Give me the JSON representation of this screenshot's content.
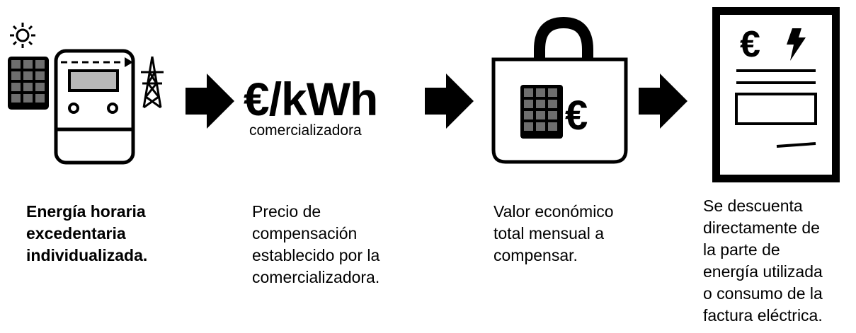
{
  "colors": {
    "ink": "#000000",
    "paper": "#ffffff",
    "screen": "#b8b8b8",
    "panel_cell": "#6e6e6e"
  },
  "price": {
    "unit": "€/kWh",
    "provider": "comercializadora"
  },
  "bag": {
    "currency": "€"
  },
  "invoice": {
    "currency": "€"
  },
  "captions": [
    {
      "text": "Energía horaria\nexcedentaria\nindividualizada."
    },
    {
      "text": "Precio de\ncompensación\nestablecido por la\ncomercializadora."
    },
    {
      "text": "Valor económico\ntotal mensual a\ncompensar."
    },
    {
      "text": "Se descuenta\ndirectamente de\nla parte de\nenergía utilizada\no consumo de la\nfactura eléctrica."
    }
  ],
  "icons": [
    "sun-icon",
    "solar-panel-icon",
    "electricity-meter-icon",
    "transmission-tower-icon",
    "arrow-right-icon",
    "shopping-bag-icon",
    "invoice-icon",
    "lightning-bolt-icon"
  ]
}
